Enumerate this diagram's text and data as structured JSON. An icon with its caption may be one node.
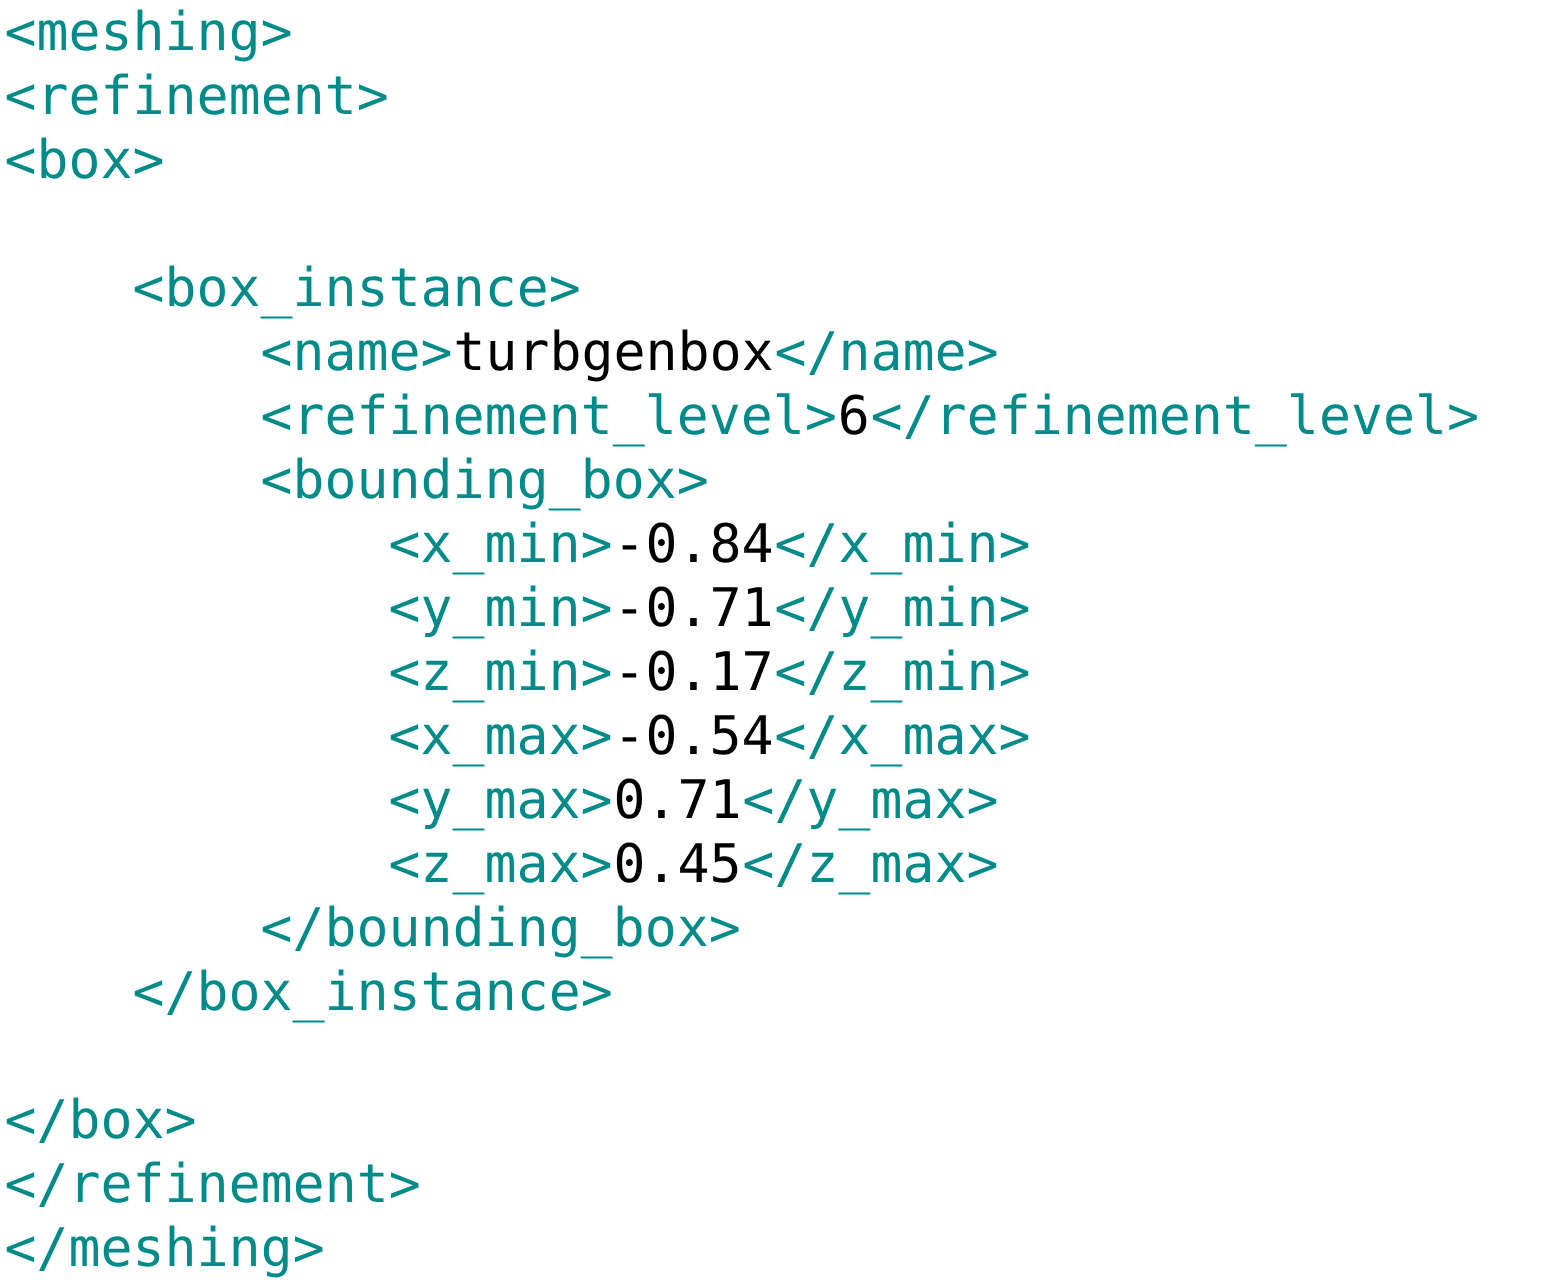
{
  "diagram": {
    "labels": [
      "<meshing>",
      "<refinement>",
      "<box>",
      "<box_instance>",
      "<name>",
      "turbgenbox",
      "</name>",
      "<refinement_level>",
      "6",
      "</refinement_level>",
      "<bounding_box>",
      "<x_min>",
      "-0.84",
      "</x_min>",
      "<y_min>",
      "-0.71",
      "</y_min>",
      "<z_min>",
      "-0.17",
      "</z_min>",
      "<x_max>",
      "-0.54",
      "</x_max>",
      "<y_max>",
      "0.71",
      "</y_max>",
      "<z_max>",
      "0.45",
      "</z_max>",
      "</bounding_box>",
      "</box_instance>",
      "</box>",
      "</refinement>",
      "</meshing>"
    ]
  }
}
